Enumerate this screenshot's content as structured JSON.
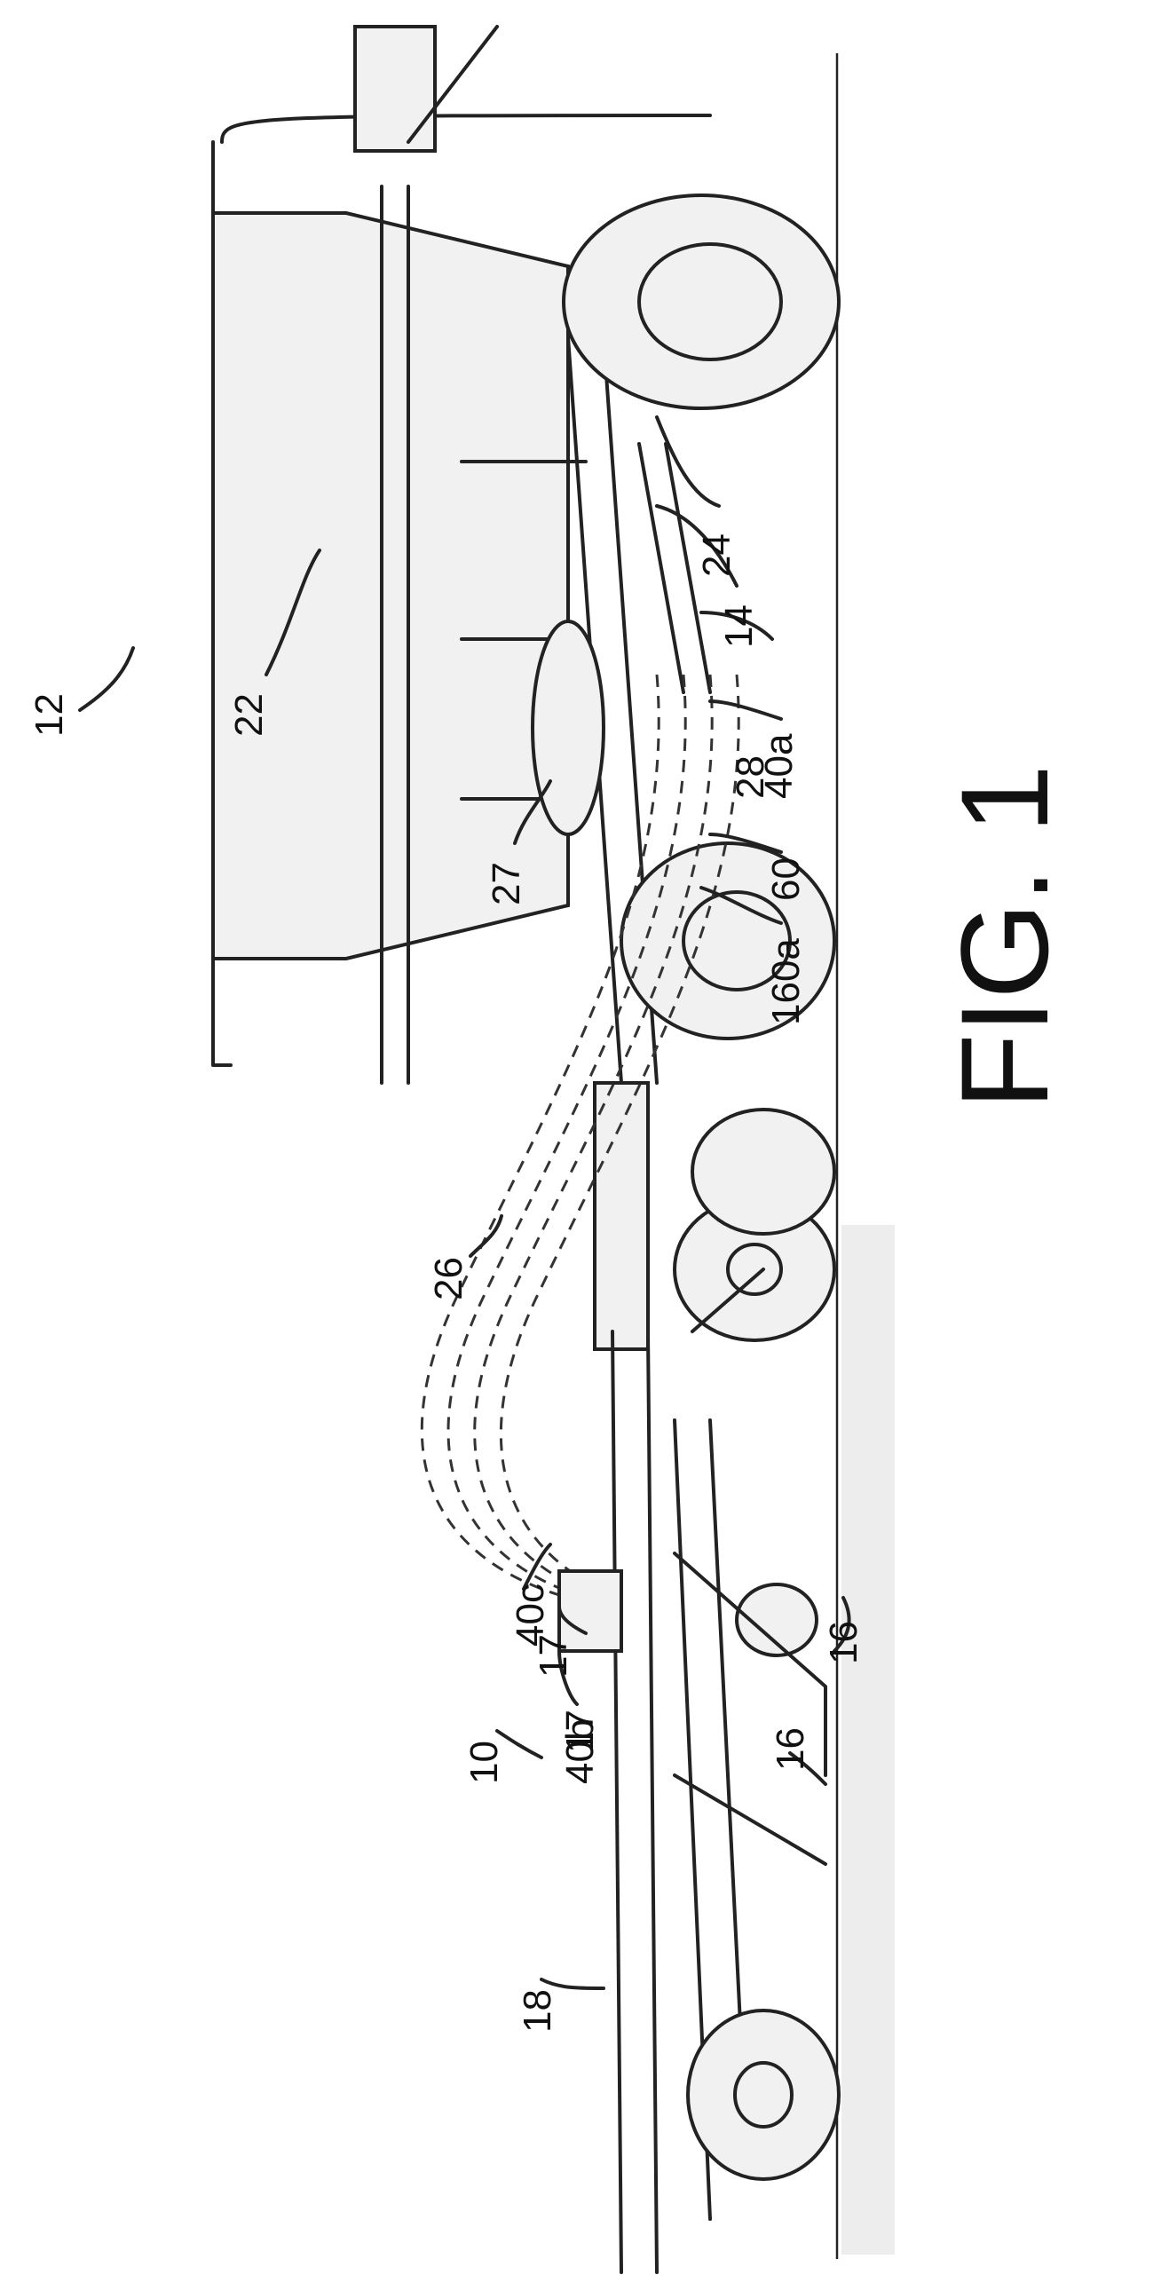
{
  "figure": {
    "caption": "FIG. 1",
    "labels": [
      {
        "id": "12",
        "text": "12"
      },
      {
        "id": "22",
        "text": "22"
      },
      {
        "id": "24",
        "text": "24"
      },
      {
        "id": "14",
        "text": "14"
      },
      {
        "id": "28",
        "text": "28"
      },
      {
        "id": "40a",
        "text": "40a"
      },
      {
        "id": "27",
        "text": "27"
      },
      {
        "id": "60",
        "text": "60"
      },
      {
        "id": "160a",
        "text": "160a"
      },
      {
        "id": "26",
        "text": "26"
      },
      {
        "id": "40c",
        "text": "40c"
      },
      {
        "id": "17a",
        "text": "17"
      },
      {
        "id": "17b",
        "text": "17"
      },
      {
        "id": "40b",
        "text": "40b"
      },
      {
        "id": "10",
        "text": "10"
      },
      {
        "id": "16a",
        "text": "16"
      },
      {
        "id": "16b",
        "text": "16"
      },
      {
        "id": "18",
        "text": "18"
      }
    ]
  },
  "colors": {
    "ink": "#222222",
    "paper": "#ffffff",
    "soil": "#d6d6d6"
  }
}
